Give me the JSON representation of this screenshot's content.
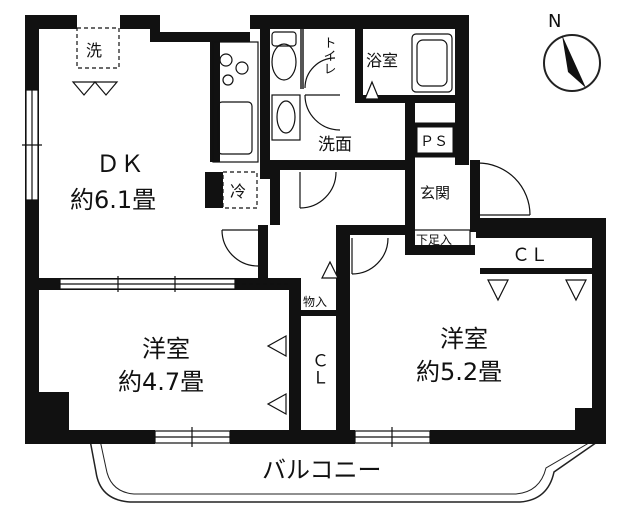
{
  "compass": {
    "north_label": "N"
  },
  "rooms": {
    "dk": {
      "name": "ＤＫ",
      "size": "約6.1畳"
    },
    "western_room_left": {
      "name": "洋室",
      "size": "約4.7畳"
    },
    "western_room_right": {
      "name": "洋室",
      "size": "約5.2畳"
    }
  },
  "fixtures": {
    "washer": "洗",
    "toilet": "トイレ",
    "bathroom": "浴室",
    "washroom": "洗面",
    "pipe_space": "ＰＳ",
    "entrance": "玄関",
    "shoe_closet": "下足入",
    "fridge": "冷",
    "storage": "物入",
    "closet_right": "ＣＬ",
    "closet_left": "Ｃ\nＬ"
  },
  "balcony": "バルコニー"
}
